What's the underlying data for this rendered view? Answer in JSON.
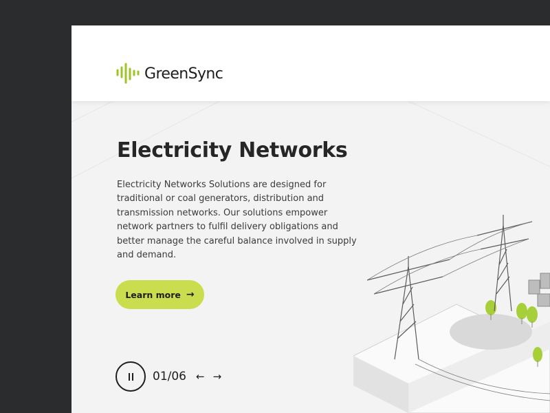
{
  "brand": {
    "name": "GreenSync",
    "accent": "#9cc425",
    "button_color": "#cadd4e"
  },
  "hero": {
    "title": "Electricity Networks",
    "description": "Electricity Networks Solutions are designed for traditional or coal generators, distribution and transmission networks. Our solutions empower network partners to fulfil delivery obligations and better manage the careful balance involved in supply and demand.",
    "cta_label": "Learn more",
    "cta_icon": "arrow-right-icon"
  },
  "slider": {
    "counter": "01/06",
    "prev_arrow": "←",
    "next_arrow": "→",
    "pause_icon": "pause-icon"
  },
  "illustration": {
    "subject": "isometric transmission towers with power lines, substation and trees"
  }
}
